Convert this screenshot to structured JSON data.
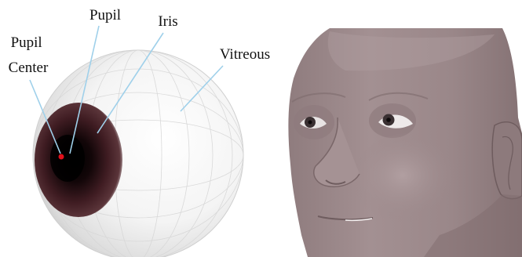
{
  "labels": {
    "pupil_center_line1": "Pupil",
    "pupil_center_line2": "Center",
    "pupil": "Pupil",
    "iris": "Iris",
    "vitreous": "Vitreous"
  },
  "colors": {
    "leader_line": "#9fd0ea",
    "pupil_center_dot": "#e0101a",
    "iris": "#4a2228",
    "sclera": "#f2f2f2",
    "skin": "#9e8b8d"
  }
}
